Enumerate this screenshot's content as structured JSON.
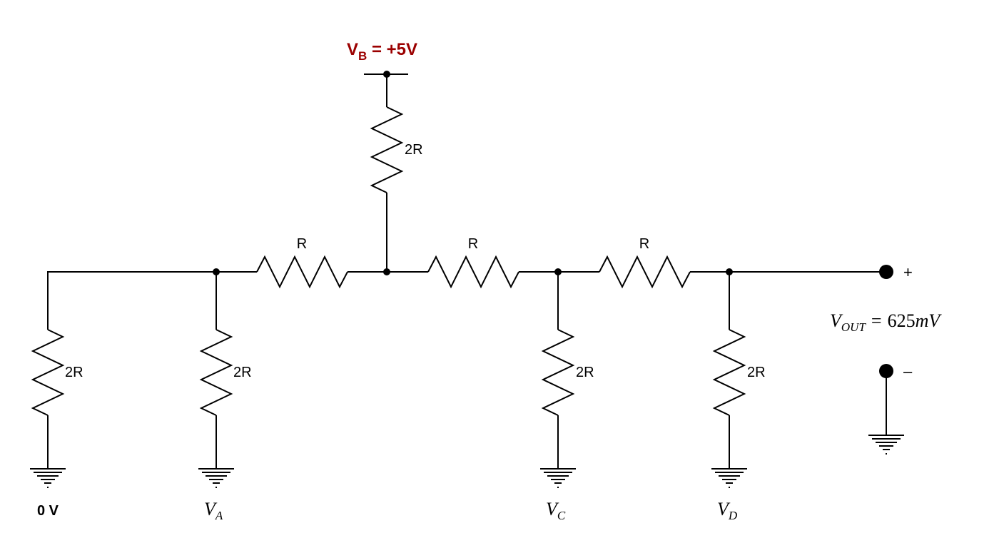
{
  "supply": {
    "symbol": "V",
    "subscript": "B",
    "value": " = +5V",
    "color": "#9b0000"
  },
  "resistors": {
    "top": "2R",
    "series1": "R",
    "series2": "R",
    "series3": "R",
    "shunt_far_left": "2R",
    "shunt_a": "2R",
    "shunt_c": "2R",
    "shunt_d": "2R"
  },
  "inputs": {
    "ground_label": "0 V",
    "a": {
      "symbol": "V",
      "subscript": "A"
    },
    "c": {
      "symbol": "V",
      "subscript": "C"
    },
    "d": {
      "symbol": "V",
      "subscript": "D"
    }
  },
  "output": {
    "symbol": "V",
    "subscript": "OUT",
    "equals": "=",
    "number": "625",
    "unit": "mV",
    "plus": "+",
    "minus": "–"
  }
}
